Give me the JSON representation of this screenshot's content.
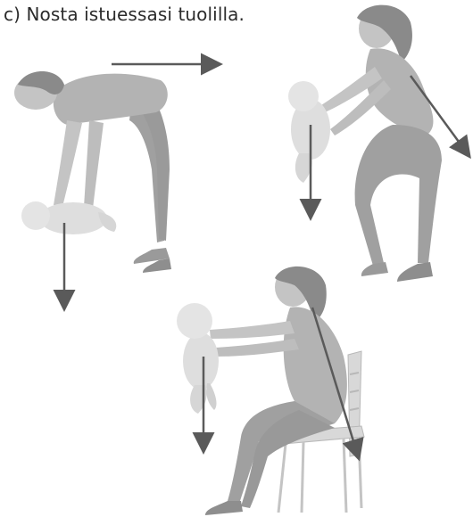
{
  "caption": "c) Nosta istuessasi tuolilla.",
  "colors": {
    "skin": "#c4c4c4",
    "hair": "#8a8a8a",
    "clothing": "#b3b3b3",
    "pants": "#a0a0a0",
    "baby": "#dedede",
    "arrow": "#5a5a5a",
    "chair": "#d8d8d8",
    "shoe": "#9a9a9a"
  },
  "figures": [
    {
      "name": "bending-over-lift",
      "arrows": [
        "horizontal-back-arrow",
        "downward-baby-arrow"
      ]
    },
    {
      "name": "squatting-lift",
      "arrows": [
        "diagonal-back-arrow",
        "downward-baby-arrow"
      ]
    },
    {
      "name": "seated-chair-lift",
      "arrows": [
        "diagonal-back-arrow",
        "downward-baby-arrow"
      ]
    }
  ]
}
